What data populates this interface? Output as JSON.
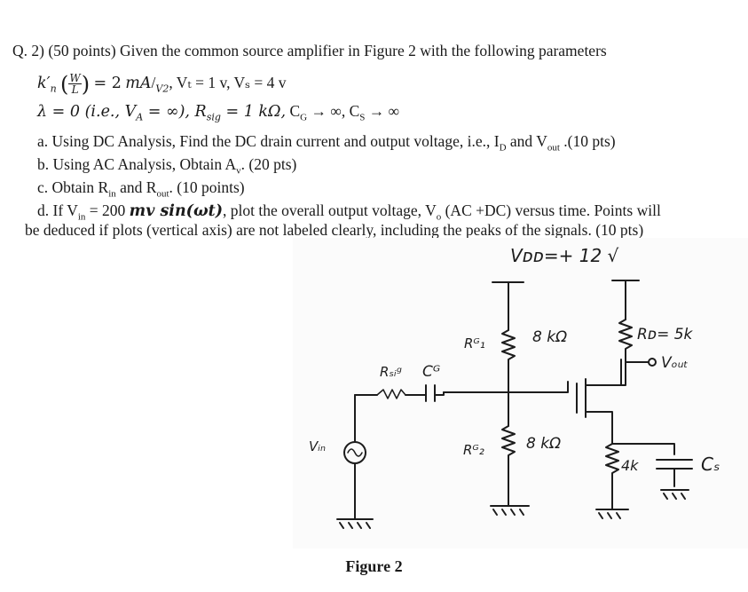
{
  "question": {
    "header": "Q. 2) (50 points) Given the common source amplifier in Figure 2 with the following parameters",
    "params_line1": {
      "kn": "k′",
      "kn_sub": "n",
      "wl_num": "W",
      "wl_den": "L",
      "eq_value": "= 2",
      "unit": "mA",
      "unit_den": "V2",
      "rest": ", Vₜ = 1 v, Vₛ = 4 v"
    },
    "params_line2": {
      "lambda": "λ = 0 (i.e., V",
      "va_sub": "A",
      "va_rest": " = ∞), R",
      "rsig_sub": "sig",
      "rsig_rest": " = 1 kΩ,",
      "cg": " C",
      "cg_sub": "G",
      "cg_rest": " → ∞, C",
      "cs_sub": "S",
      "cs_rest": " → ∞"
    },
    "part_a": {
      "text": "a. Using DC Analysis, Find the DC drain current and output voltage, i.e., I",
      "id_sub": "D",
      "mid": " and V",
      "vout_sub": "out",
      "end": " .(10 pts)"
    },
    "part_b": {
      "text": "b. Using AC Analysis, Obtain A",
      "av_sub": "v",
      "end": ". (20 pts)"
    },
    "part_c": {
      "text": "c. Obtain R",
      "rin_sub": "in",
      "mid": " and R",
      "rout_sub": "out",
      "end": ". (10 points)"
    },
    "part_d": {
      "line1_a": "d. If V",
      "vin_sub": "in",
      "line1_b": " = 200 ",
      "line1_math": "mv sin(ωt)",
      "line1_c": ", plot the overall output voltage, V",
      "vo_sub": "o",
      "line1_d": " (AC +DC) versus time. Points will",
      "line2": "be deduced if plots (vertical axis) are not labeled clearly, including the peaks of the signals. (10 pts)"
    }
  },
  "figure": {
    "caption": "Figure 2",
    "labels": {
      "vdd": "Vᴅᴅ=+ 12 √",
      "rg1": "Rᴳ₁",
      "rg1_value": "8 kΩ",
      "rg2": "Rᴳ₂",
      "rg2_value": "8 kΩ",
      "rd": "Rᴅ= 5k",
      "vout": "Vₒᵤₜ",
      "rsig": "Rₛᵢᵍ",
      "cg": "Cᴳ",
      "vin": "Vᵢₙ",
      "rs_value": "4k",
      "cs": "Cₛ"
    }
  }
}
